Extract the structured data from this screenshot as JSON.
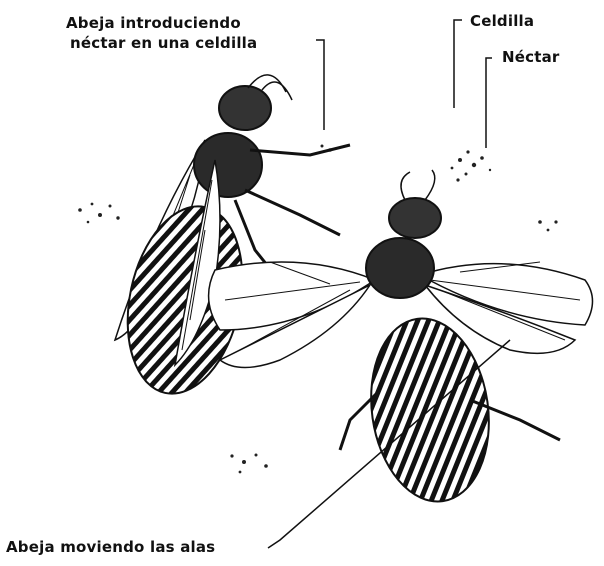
{
  "labels": {
    "bee_nectar_line1": "Abeja introduciendo",
    "bee_nectar_line2": "néctar en una celdilla",
    "cell": "Celdilla",
    "nectar": "Néctar",
    "bee_wings": "Abeja moviendo las alas"
  },
  "colors": {
    "ink": "#111111",
    "background": "#ffffff"
  }
}
